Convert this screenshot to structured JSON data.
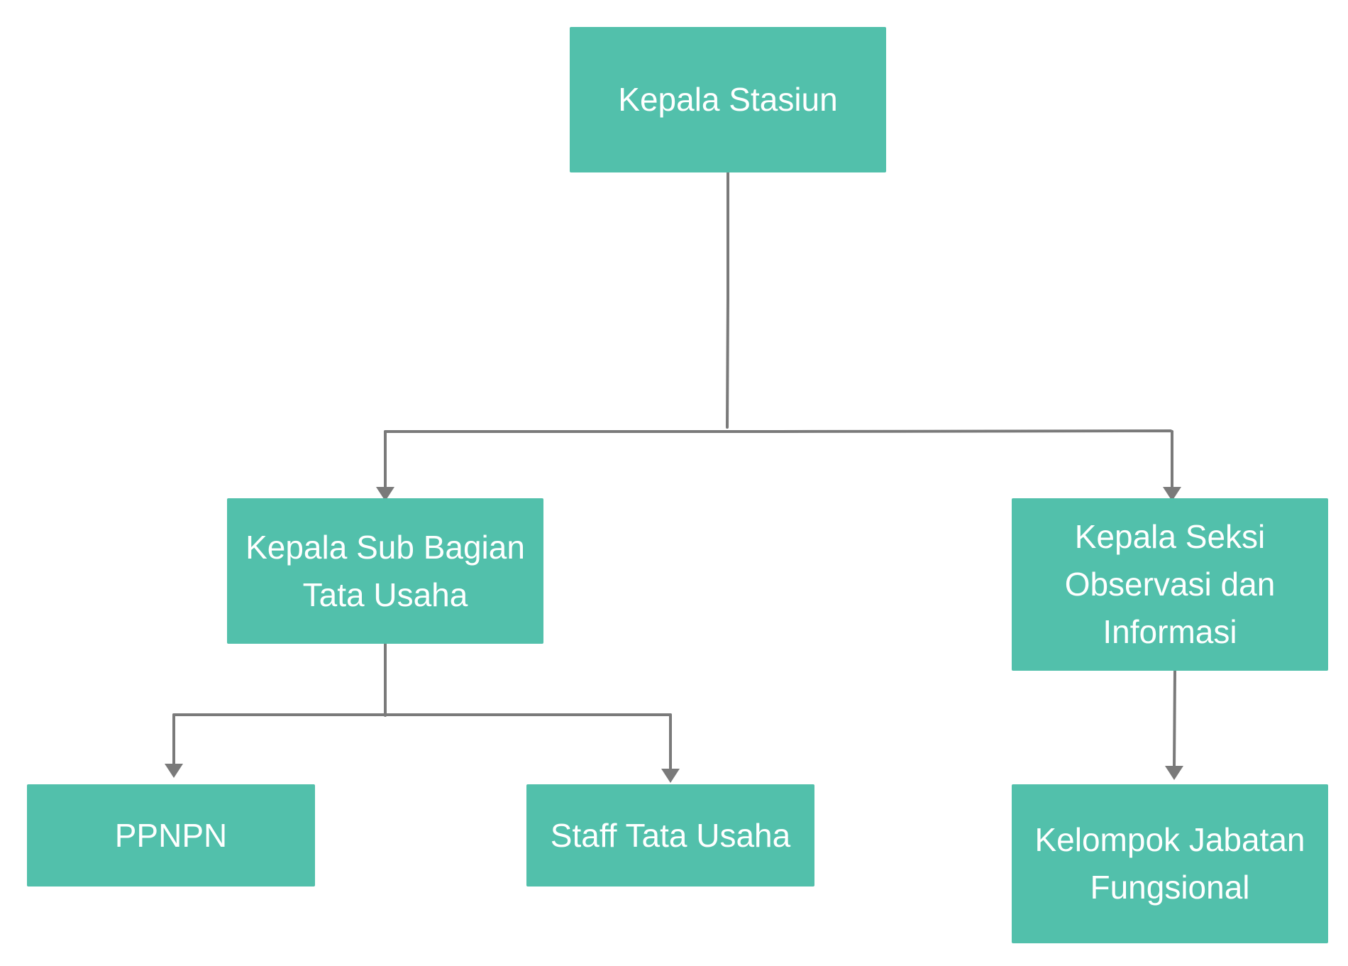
{
  "colors": {
    "node_fill": "#52c0ab",
    "node_text": "#ffffff",
    "connector": "#7a7a7a"
  },
  "nodes": {
    "kepala_stasiun": "Kepala Stasiun",
    "kasubbag": "Kepala Sub Bagian Tata Usaha",
    "kasi": "Kepala Seksi Observasi dan Informasi",
    "ppnpn": "PPNPN",
    "staff": "Staff Tata Usaha",
    "jafung": "Kelompok Jabatan Fungsional"
  }
}
